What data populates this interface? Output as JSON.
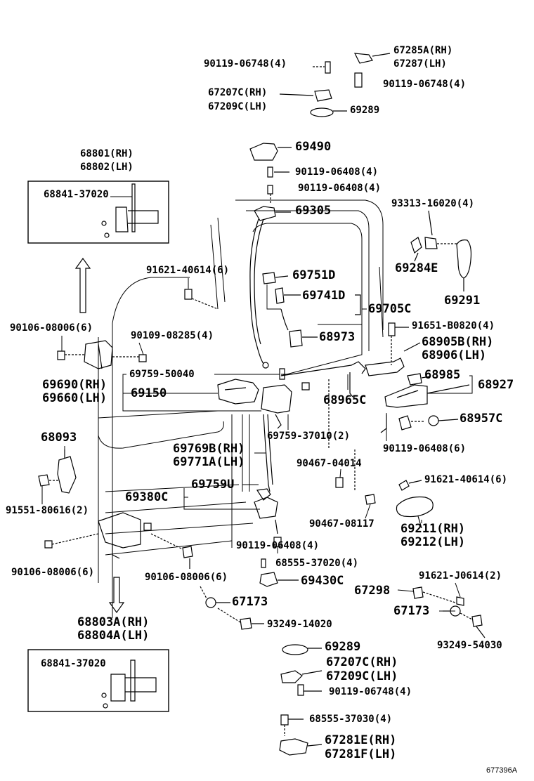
{
  "labels": {
    "p_90119_06748_a": "90119-06748(4)",
    "p_67285a": "67285A(RH)",
    "p_67287": "67287(LH)",
    "p_90119_06748_b": "90119-06748(4)",
    "p_67207c_top": "67207C(RH)",
    "p_67209c_top": "67209C(LH)",
    "p_69289_top": "69289",
    "p_68801": "68801(RH)",
    "p_68802": "68802(LH)",
    "p_68841_top": "68841-37020",
    "p_69490": "69490",
    "p_90119_06408_a": "90119-06408(4)",
    "p_90119_06408_b": "90119-06408(4)",
    "p_69305": "69305",
    "p_93313": "93313-16020(4)",
    "p_91621_40614_a": "91621-40614(6)",
    "p_69751d": "69751D",
    "p_69284e": "69284E",
    "p_69741d": "69741D",
    "p_69705c": "69705C",
    "p_69291": "69291",
    "p_90106_08006_a": "90106-08006(6)",
    "p_90109_08285": "90109-08285(4)",
    "p_91651_b0820": "91651-B0820(4)",
    "p_68973": "68973",
    "p_68905b": "68905B(RH)",
    "p_68906": "68906(LH)",
    "p_69759_50040": "69759-50040",
    "p_68985": "68985",
    "p_69690": "69690(RH)",
    "p_69660": "69660(LH)",
    "p_69150": "69150",
    "p_68927": "68927",
    "p_68965c": "68965C",
    "p_68957c": "68957C",
    "p_68093": "68093",
    "p_69759_37010": "69759-37010(2)",
    "p_90119_06408_c": "90119-06408(6)",
    "p_69769b": "69769B(RH)",
    "p_69771a": "69771A(LH)",
    "p_90467_04014": "90467-04014",
    "p_91621_40614_b": "91621-40614(6)",
    "p_69759u": "69759U",
    "p_69380c": "69380C",
    "p_91551": "91551-80616(2)",
    "p_90467_08117": "90467-08117",
    "p_69211": "69211(RH)",
    "p_69212": "69212(LH)",
    "p_90119_06408_d": "90119-06408(4)",
    "p_90106_08006_b": "90106-08006(6)",
    "p_90106_08006_c": "90106-08006(6)",
    "p_68555_37020": "68555-37020(4)",
    "p_91621_j0614": "91621-J0614(2)",
    "p_69430c": "69430C",
    "p_67298": "67298",
    "p_67173_a": "67173",
    "p_67173_b": "67173",
    "p_68803a": "68803A(RH)",
    "p_68804a": "68804A(LH)",
    "p_93249_14020": "93249-14020",
    "p_93249_54030": "93249-54030",
    "p_68841_bot": "68841-37020",
    "p_69289_bot": "69289",
    "p_67207c_bot": "67207C(RH)",
    "p_67209c_bot": "67209C(LH)",
    "p_90119_06748_c": "90119-06748(4)",
    "p_68555_37030": "68555-37030(4)",
    "p_67281e": "67281E(RH)",
    "p_67281f": "67281F(LH)",
    "ref_code": "677396A"
  }
}
